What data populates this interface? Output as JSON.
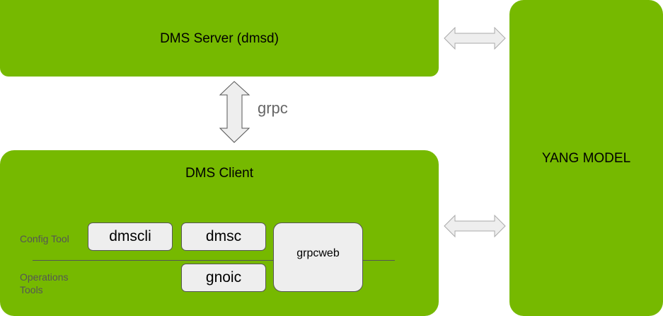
{
  "server": {
    "label": "DMS Server (dmsd)"
  },
  "connector": {
    "label": "grpc"
  },
  "client": {
    "label": "DMS Client",
    "rows": [
      "Config Tool",
      "Operations Tools"
    ],
    "tools": {
      "dmscli": "dmscli",
      "dmsc": "dmsc",
      "gnoic": "gnoic",
      "grpcweb": "grpcweb"
    }
  },
  "yang": {
    "label": "YANG MODEL"
  },
  "colors": {
    "green": "#76b900",
    "box": "#eeeeee"
  }
}
